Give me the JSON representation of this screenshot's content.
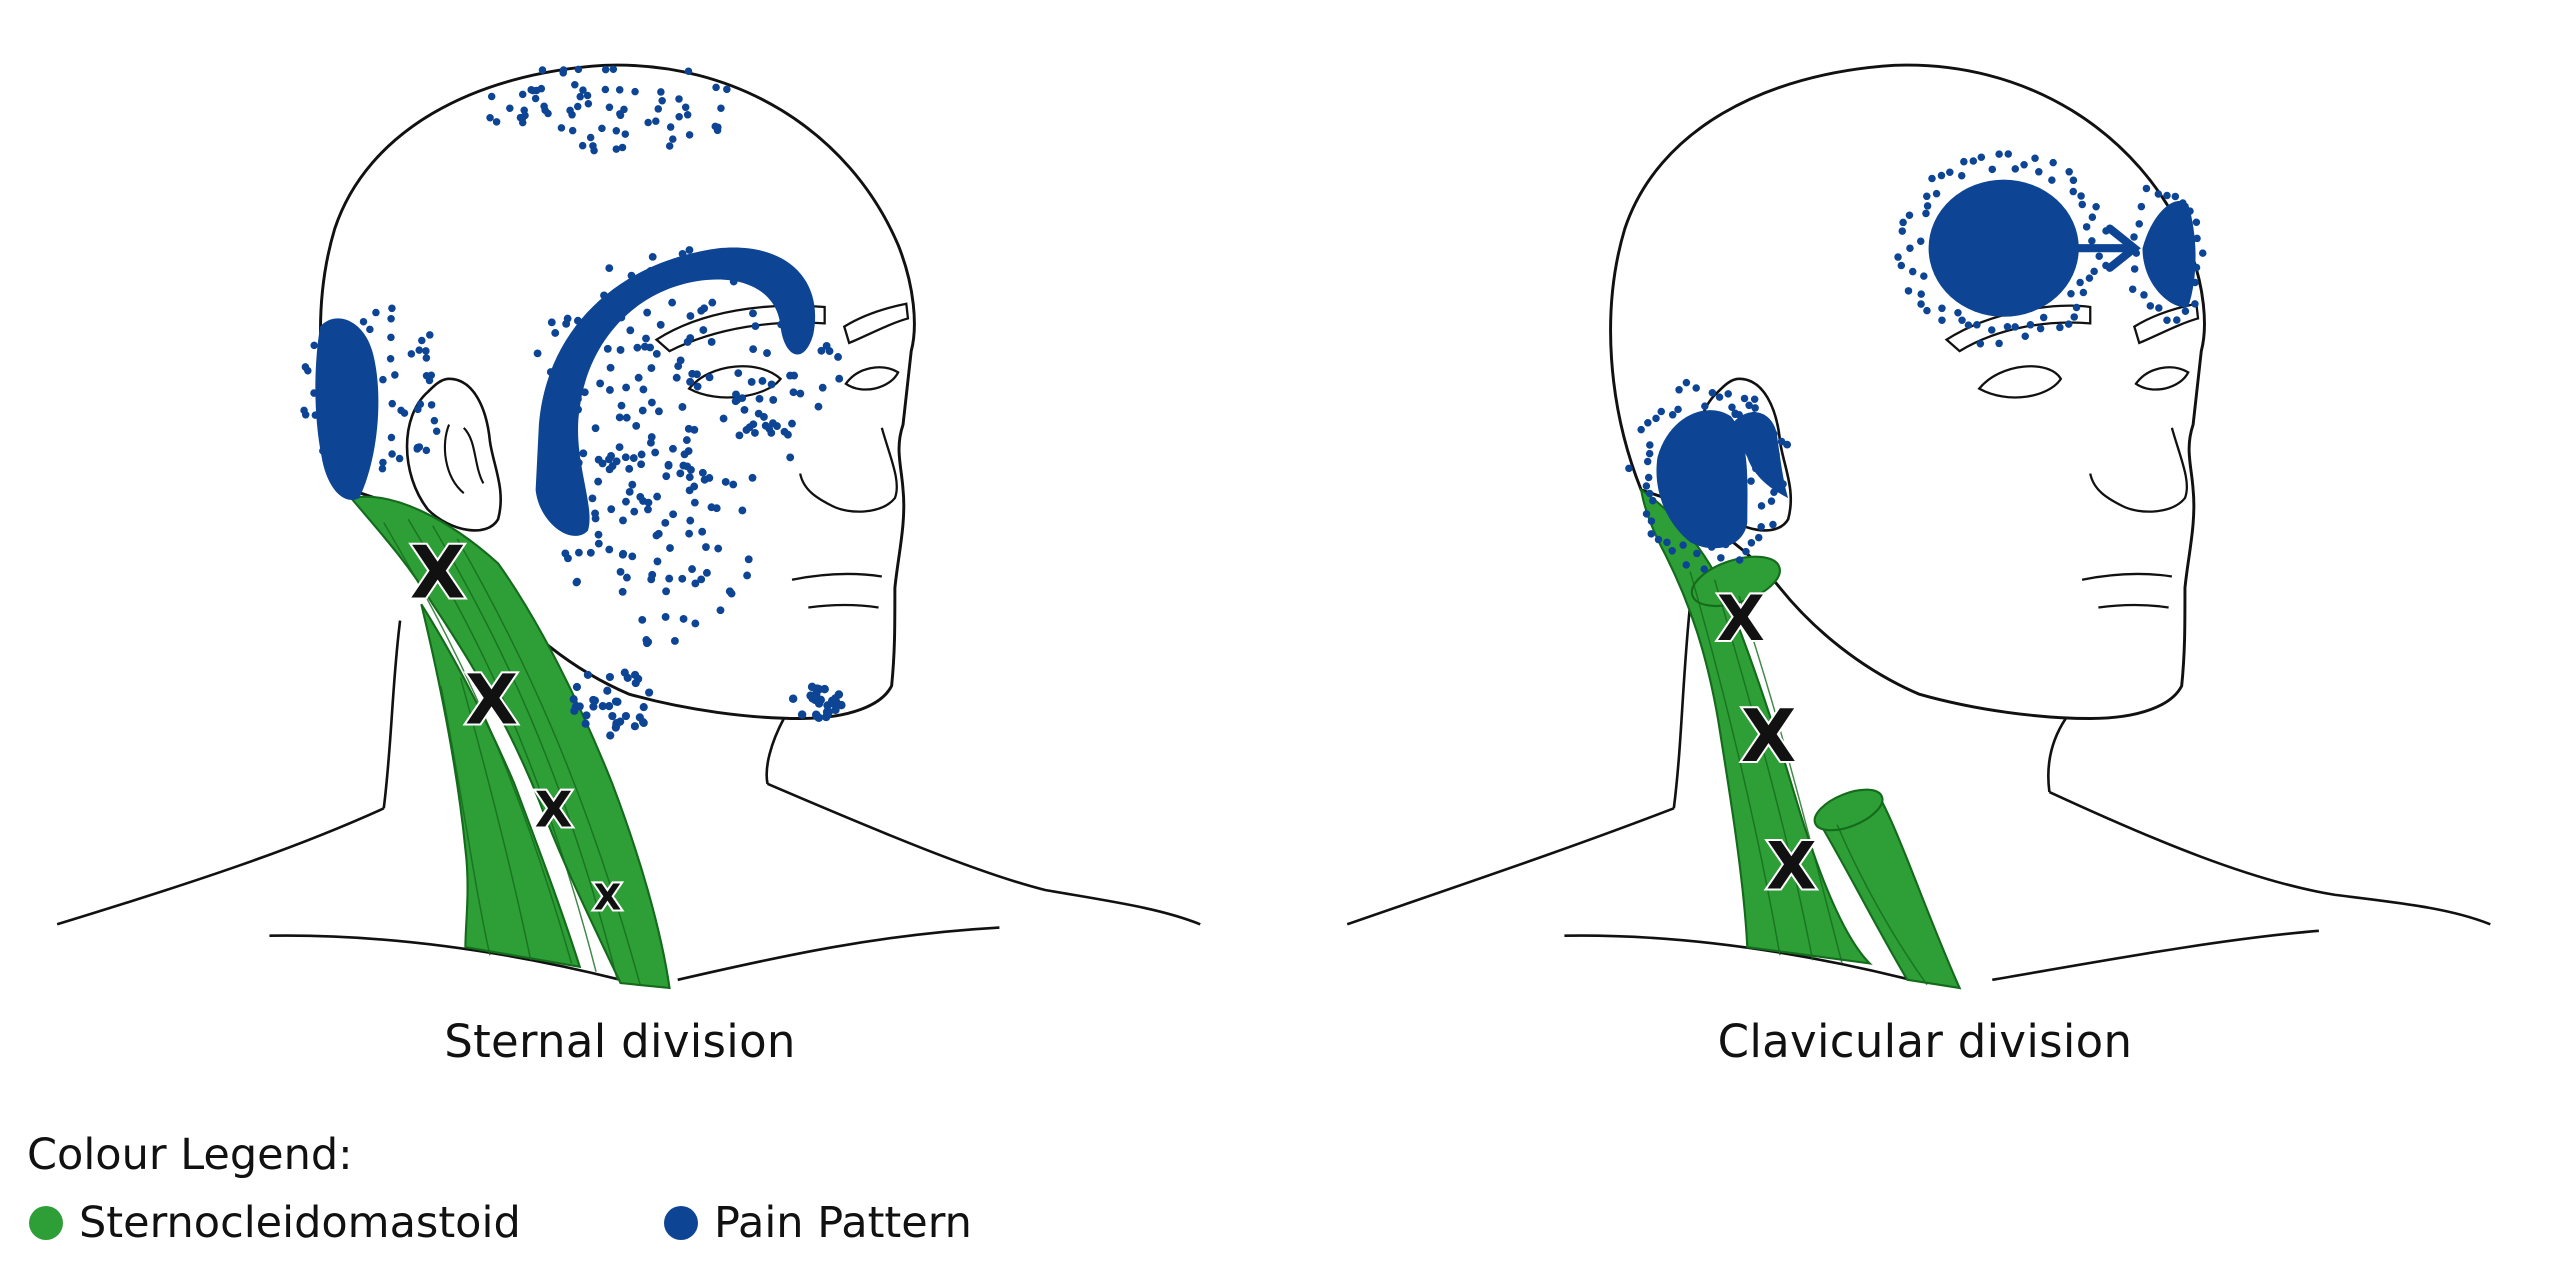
{
  "panels": [
    {
      "id": "sternal",
      "caption": "Sternal division",
      "trigger_points": 4
    },
    {
      "id": "clavicular",
      "caption": "Clavicular division",
      "trigger_points": 3
    }
  ],
  "legend": {
    "title": "Colour Legend:",
    "items": [
      {
        "label": "Sternocleidomastoid",
        "color": "#2e9e36"
      },
      {
        "label": "Pain Pattern",
        "color": "#0d4594"
      }
    ]
  },
  "trigger_symbol": "X",
  "colors": {
    "muscle": "#2e9e36",
    "muscle_stroke": "#146b1c",
    "pain": "#0d4594",
    "outline": "#111111"
  }
}
